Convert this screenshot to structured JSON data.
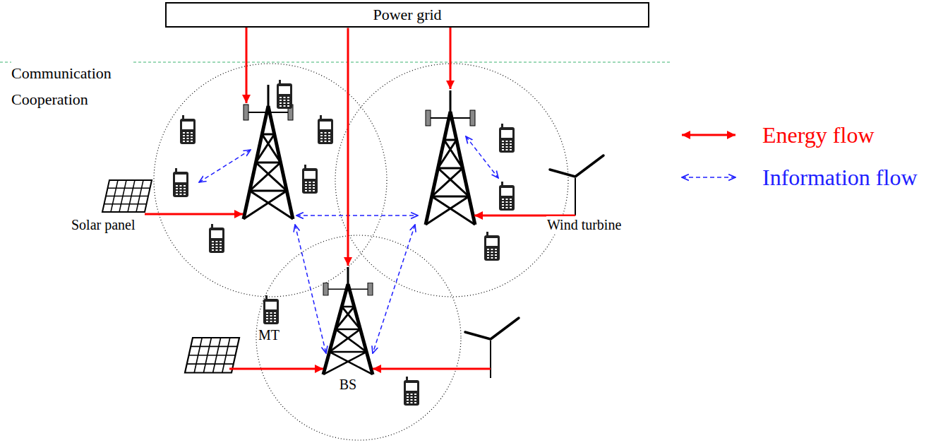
{
  "diagram": {
    "nodes": [
      {
        "text": [
          "Power grid"
        ]
      },
      {
        "text": [
          "Solar panel"
        ]
      },
      {
        "text": [
          "Wind turbine"
        ]
      },
      {
        "text": [
          "BS"
        ]
      }
    ],
    "edges": [
      {
        "from": 0,
        "to": 3,
        "arrow": "to"
      }
    ],
    "labels": [
      "Communication Cooperation",
      "MT"
    ],
    "legend": [
      {
        "text": "Energy flow"
      },
      {
        "text": "Information flow"
      }
    ]
  }
}
